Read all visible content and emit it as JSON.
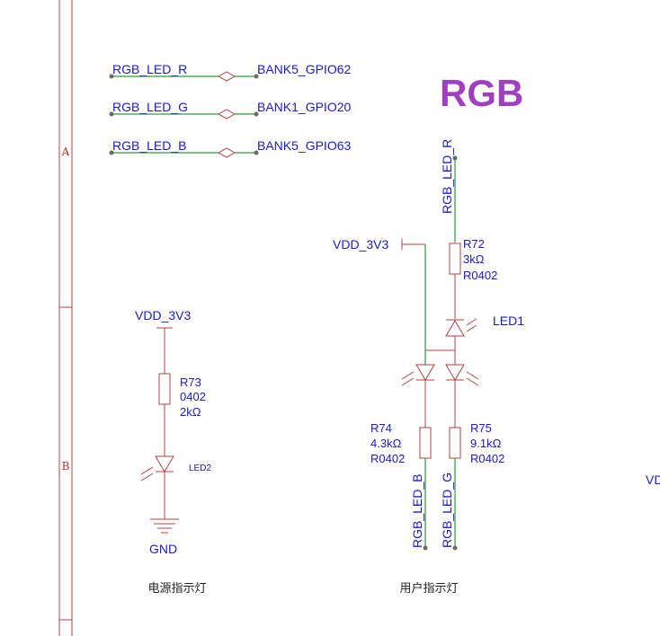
{
  "frame": {
    "zone_a": "A",
    "zone_b": "B"
  },
  "net_labels": [
    {
      "net": "RGB_LED_R",
      "port": "BANK5_GPIO62"
    },
    {
      "net": "RGB_LED_G",
      "port": "BANK1_GPIO20"
    },
    {
      "net": "RGB_LED_B",
      "port": "BANK5_GPIO63"
    }
  ],
  "rgb_section": {
    "title": "RGB",
    "title_color": "#a040c0",
    "top_net": "RGB_LED_R",
    "supply": "VDD_3V3",
    "r_top": {
      "ref": "R72",
      "value": "3kΩ",
      "package": "R0402"
    },
    "led": {
      "ref": "LED1"
    },
    "r_left": {
      "ref": "R74",
      "value": "4.3kΩ",
      "package": "R0402"
    },
    "r_right": {
      "ref": "R75",
      "value": "9.1kΩ",
      "package": "R0402"
    },
    "bottom_net_left": "RGB_LED_B",
    "bottom_net_right": "RGB_LED_G",
    "caption": "用户指示灯"
  },
  "power_section": {
    "supply": "VDD_3V3",
    "resistor": {
      "ref": "R73",
      "package": "0402",
      "value": "2kΩ"
    },
    "led": {
      "ref": "LED2"
    },
    "ground": "GND",
    "caption": "电源指示灯"
  },
  "edge_label": "VD",
  "colors": {
    "wire": "#2e9a3a",
    "component": "#b04040",
    "text": "#1a1acc",
    "frame": "#c03030"
  }
}
